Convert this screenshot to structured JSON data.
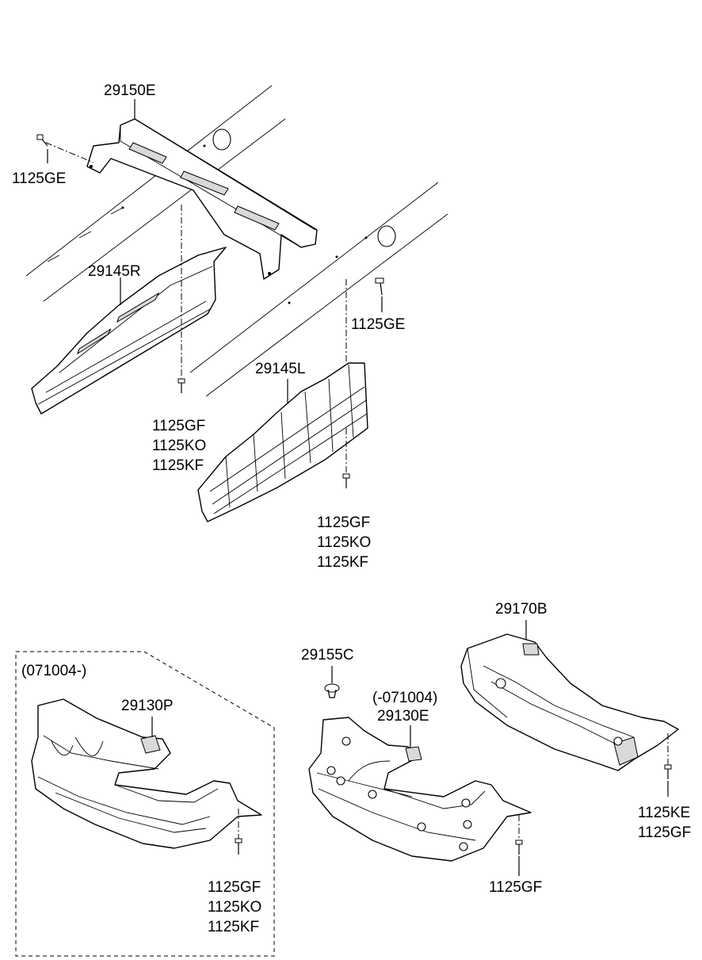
{
  "labels": {
    "p29150E": "29150E",
    "p1125GE_left": "1125GE",
    "p29145R": "29145R",
    "p1125GE_right": "1125GE",
    "p29145L": "29145L",
    "mid_left_fasteners": [
      "1125GF",
      "1125KO",
      "1125KF"
    ],
    "mid_right_fasteners": [
      "1125GF",
      "1125KO",
      "1125KF"
    ],
    "p29170B": "29170B",
    "p29155C": "29155C",
    "variant_before": "(-071004)",
    "p29130E": "29130E",
    "variant_after": "(071004-)",
    "p29130P": "29130P",
    "box_fasteners": [
      "1125GF",
      "1125KO",
      "1125KF"
    ],
    "p1125GF_center": "1125GF",
    "right_fasteners": [
      "1125KE",
      "1125GF"
    ]
  }
}
